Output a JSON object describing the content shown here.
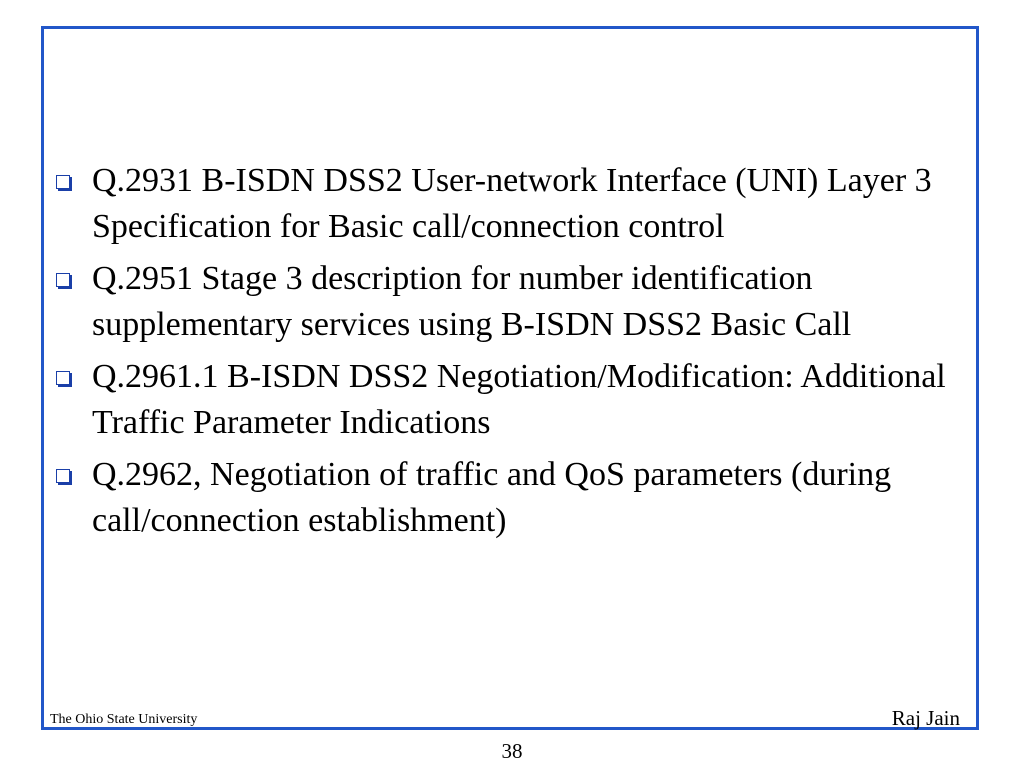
{
  "slide": {
    "bullets": [
      {
        "text": "Q.2931 B-ISDN DSS2 User-network Interface (UNI) Layer 3 Specification for Basic call/connection control"
      },
      {
        "text": "Q.2951 Stage 3 description for number identification supplementary services using B-ISDN DSS2 Basic Call"
      },
      {
        "text": "Q.2961.1 B-ISDN DSS2 Negotiation/Modification: Additional Traffic Parameter Indications"
      },
      {
        "text": "Q.2962, Negotiation of traffic and QoS parameters (during call/connection establishment)"
      }
    ],
    "footer_left": "The Ohio State University",
    "footer_right": "Raj Jain",
    "page_number": "38"
  },
  "colors": {
    "frame_border": "#2257c9",
    "bullet_marker": "#1a3fa8"
  },
  "icons": {
    "bullet": "square-bullet-icon"
  }
}
